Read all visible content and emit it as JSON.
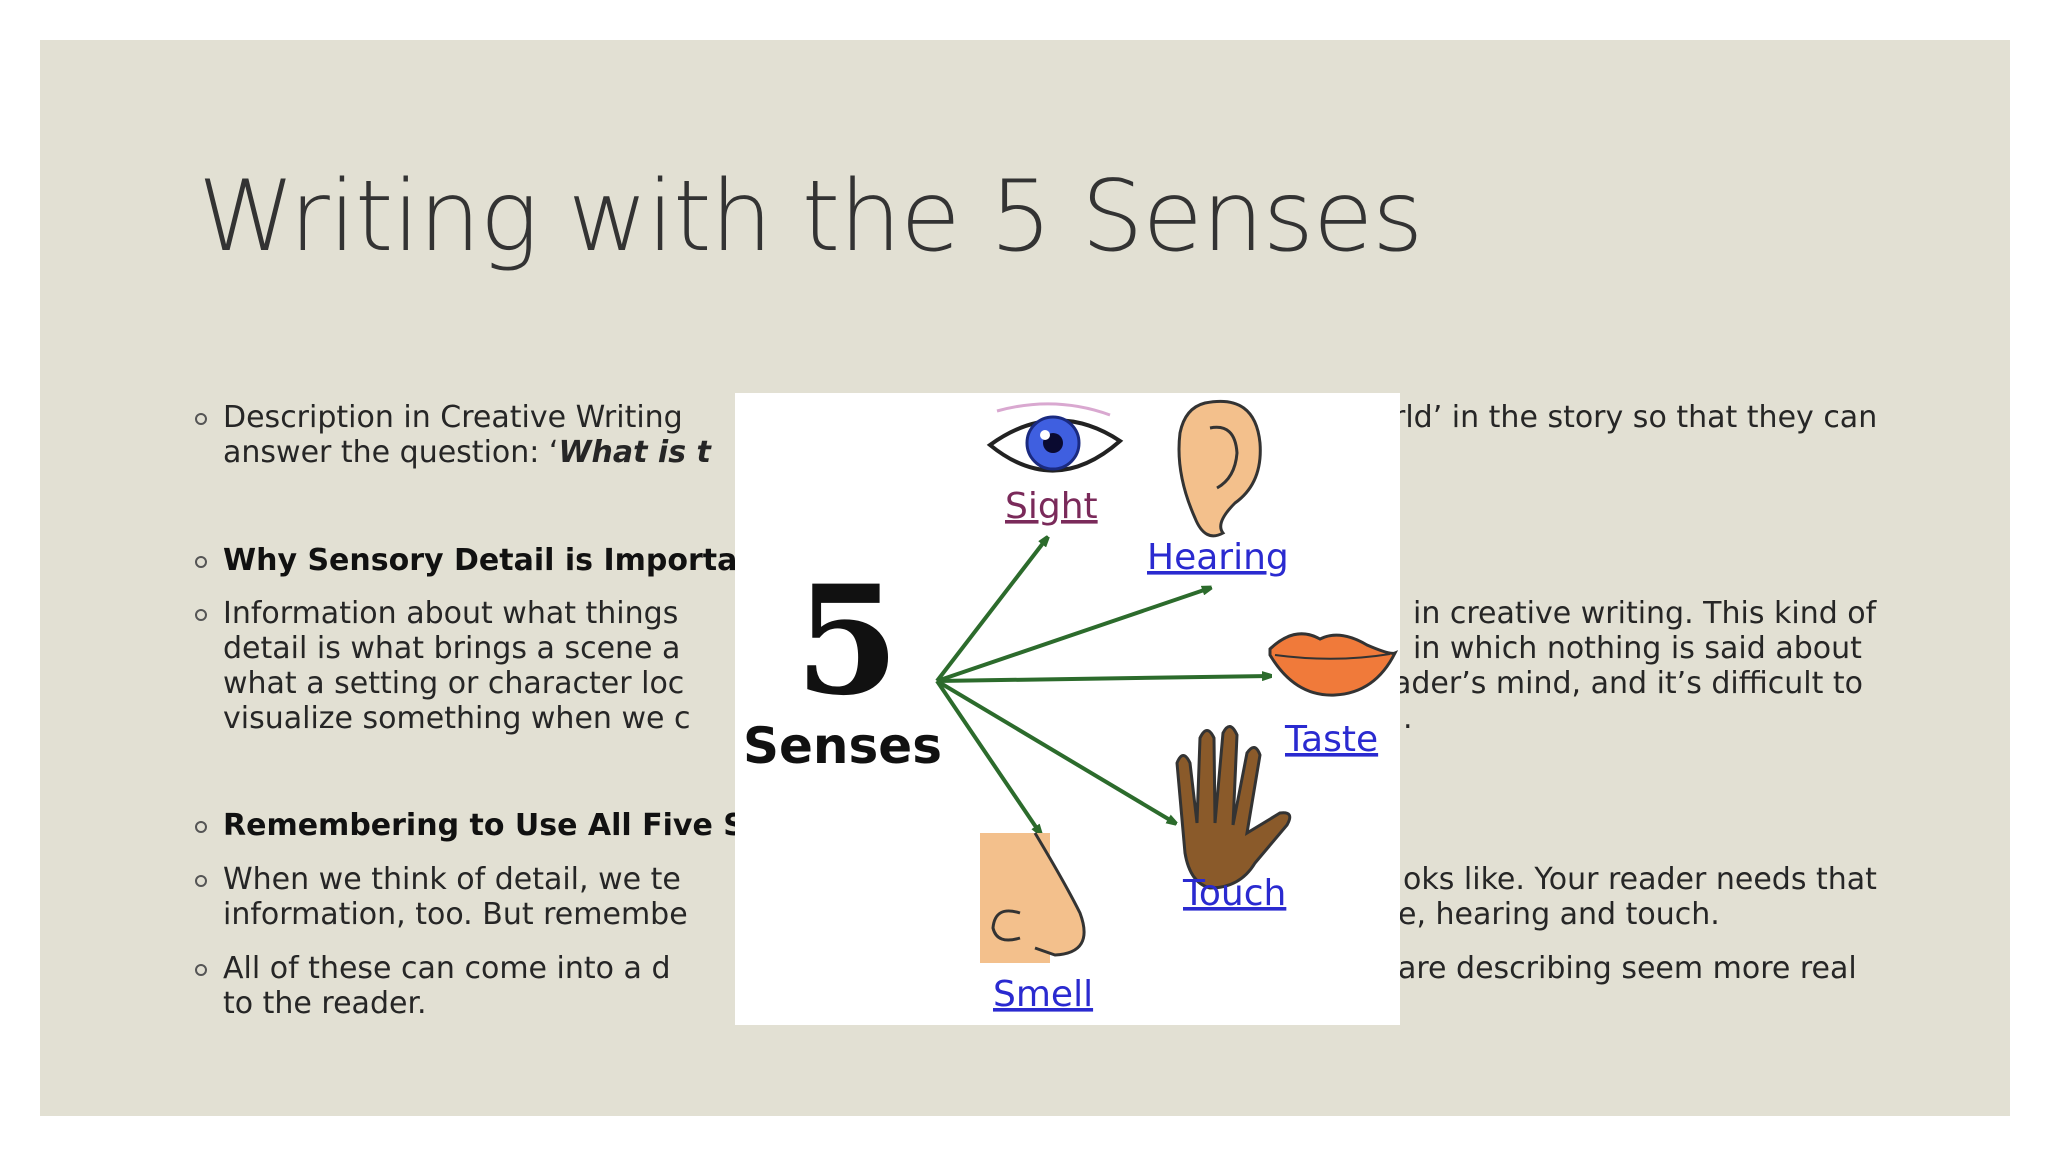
{
  "slide": {
    "title": "Writing with the 5 Senses",
    "bullets": [
      {
        "text_a": "Description in Creative Writing",
        "text_b": "rld’ in the story so that they can",
        "text_c": "answer the question: ‘",
        "text_em": "What is t"
      },
      {
        "strong": "Why Sensory Detail is Importar"
      },
      {
        "lines_left": [
          "Information about what things",
          "detail is what brings a scene a",
          "what a setting or character loc",
          "visualize something when we c"
        ],
        "lines_right": [
          "in creative writing. This kind of",
          "in which nothing is said about",
          "ader’s mind, and it’s difficult to",
          "."
        ]
      },
      {
        "strong": "Remembering to Use All Five S"
      },
      {
        "lines_left": [
          "When we think of detail, we te",
          "information, too. But remembe"
        ],
        "lines_right": [
          "oks like. Your reader needs that",
          "e, hearing and touch."
        ]
      },
      {
        "lines_left": [
          "All of these can come into a d",
          "to the reader."
        ],
        "lines_right": [
          "are describing seem more real",
          ""
        ]
      }
    ]
  },
  "figure": {
    "number": "5",
    "word": "Senses",
    "labels": {
      "sight": "Sight",
      "hearing": "Hearing",
      "taste": "Taste",
      "touch": "Touch",
      "smell": "Smell"
    },
    "colors": {
      "arrow": "#2c6b2c",
      "label_blue": "#2a2ad0",
      "label_purple": "#7a2a5a",
      "skin": "#f3c08c",
      "lips": "#f07a3a",
      "hand": "#8a5a2a"
    }
  }
}
